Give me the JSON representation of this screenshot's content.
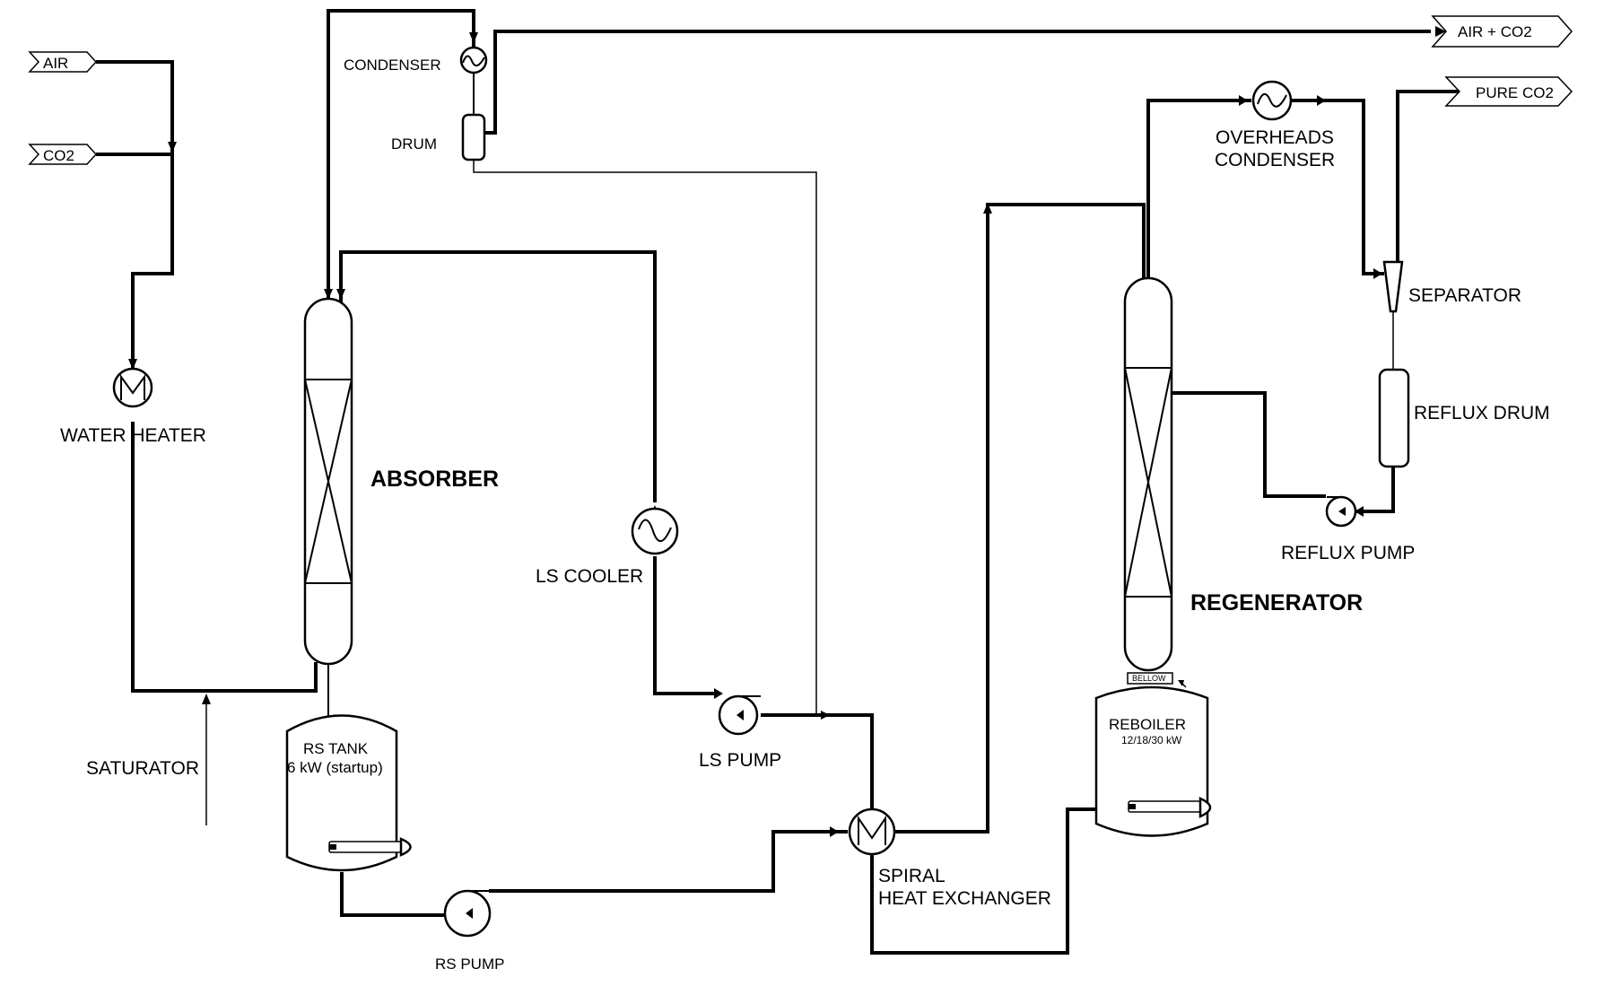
{
  "streams": {
    "air_in": "AIR",
    "co2_in": "CO2",
    "air_co2_out": "AIR + CO2",
    "pure_co2_out": "PURE CO2"
  },
  "equipment": {
    "condenser": "CONDENSER",
    "drum": "DRUM",
    "water_heater": "WATER HEATER",
    "absorber": "ABSORBER",
    "saturator": "SATURATOR",
    "rs_tank_line1": "RS TANK",
    "rs_tank_line2": "6 kW (startup)",
    "rs_pump": "RS PUMP",
    "ls_cooler": "LS COOLER",
    "ls_pump": "LS PUMP",
    "spiral_hx_line1": "SPIRAL",
    "spiral_hx_line2": "HEAT EXCHANGER",
    "overheads_condenser_line1": "OVERHEADS",
    "overheads_condenser_line2": "CONDENSER",
    "separator": "SEPARATOR",
    "reflux_drum": "REFLUX DRUM",
    "reflux_pump": "REFLUX PUMP",
    "regenerator": "REGENERATOR",
    "bellow": "BELLOW",
    "reboiler": "REBOILER",
    "reboiler_power": "12/18/30 kW"
  }
}
